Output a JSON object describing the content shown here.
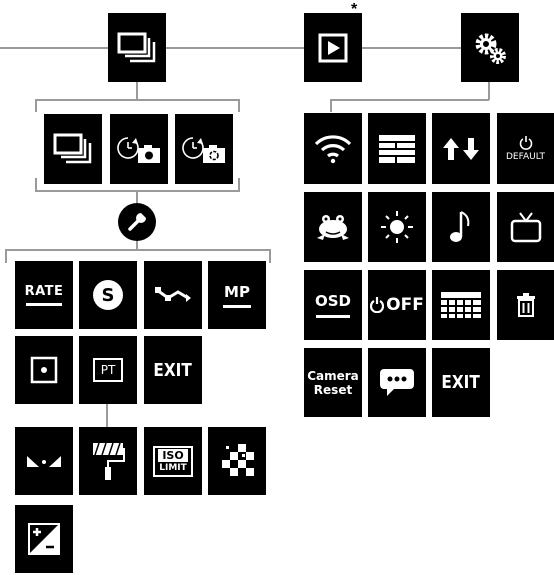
{
  "diagram": {
    "playback_marker": "*",
    "capture_settings": {
      "rate_label": "RATE",
      "shutter_label": "S",
      "megapixel_label": "MP",
      "protune_label": "PT",
      "exit_label": "EXIT",
      "iso_label_top": "ISO",
      "iso_label_bottom": "LIMIT"
    },
    "setup_menu": {
      "default_label": "DEFAULT",
      "osd_label": "OSD",
      "off_label": "OFF",
      "camera_reset_line1": "Camera",
      "camera_reset_line2": "Reset",
      "exit_label": "EXIT"
    }
  },
  "colors": {
    "tile": "#000000",
    "icon": "#ffffff",
    "line": "#9a9a9a",
    "background": "#ffffff"
  },
  "icons": [
    "burst-mode-icon",
    "playback-icon",
    "settings-gears-icon",
    "time-lapse-photo-icon",
    "self-timer-photo-icon",
    "wrench-icon",
    "spot-meter-icon",
    "white-balance-icon",
    "paint-roller-icon",
    "sharpness-icon",
    "exposure-compensation-icon",
    "wifi-icon",
    "video-format-icon",
    "orientation-icon",
    "frog-beep-icon",
    "led-brightness-icon",
    "music-note-icon",
    "tv-output-icon",
    "power-off-icon",
    "grid-icon",
    "trash-icon",
    "message-bubble-icon"
  ]
}
